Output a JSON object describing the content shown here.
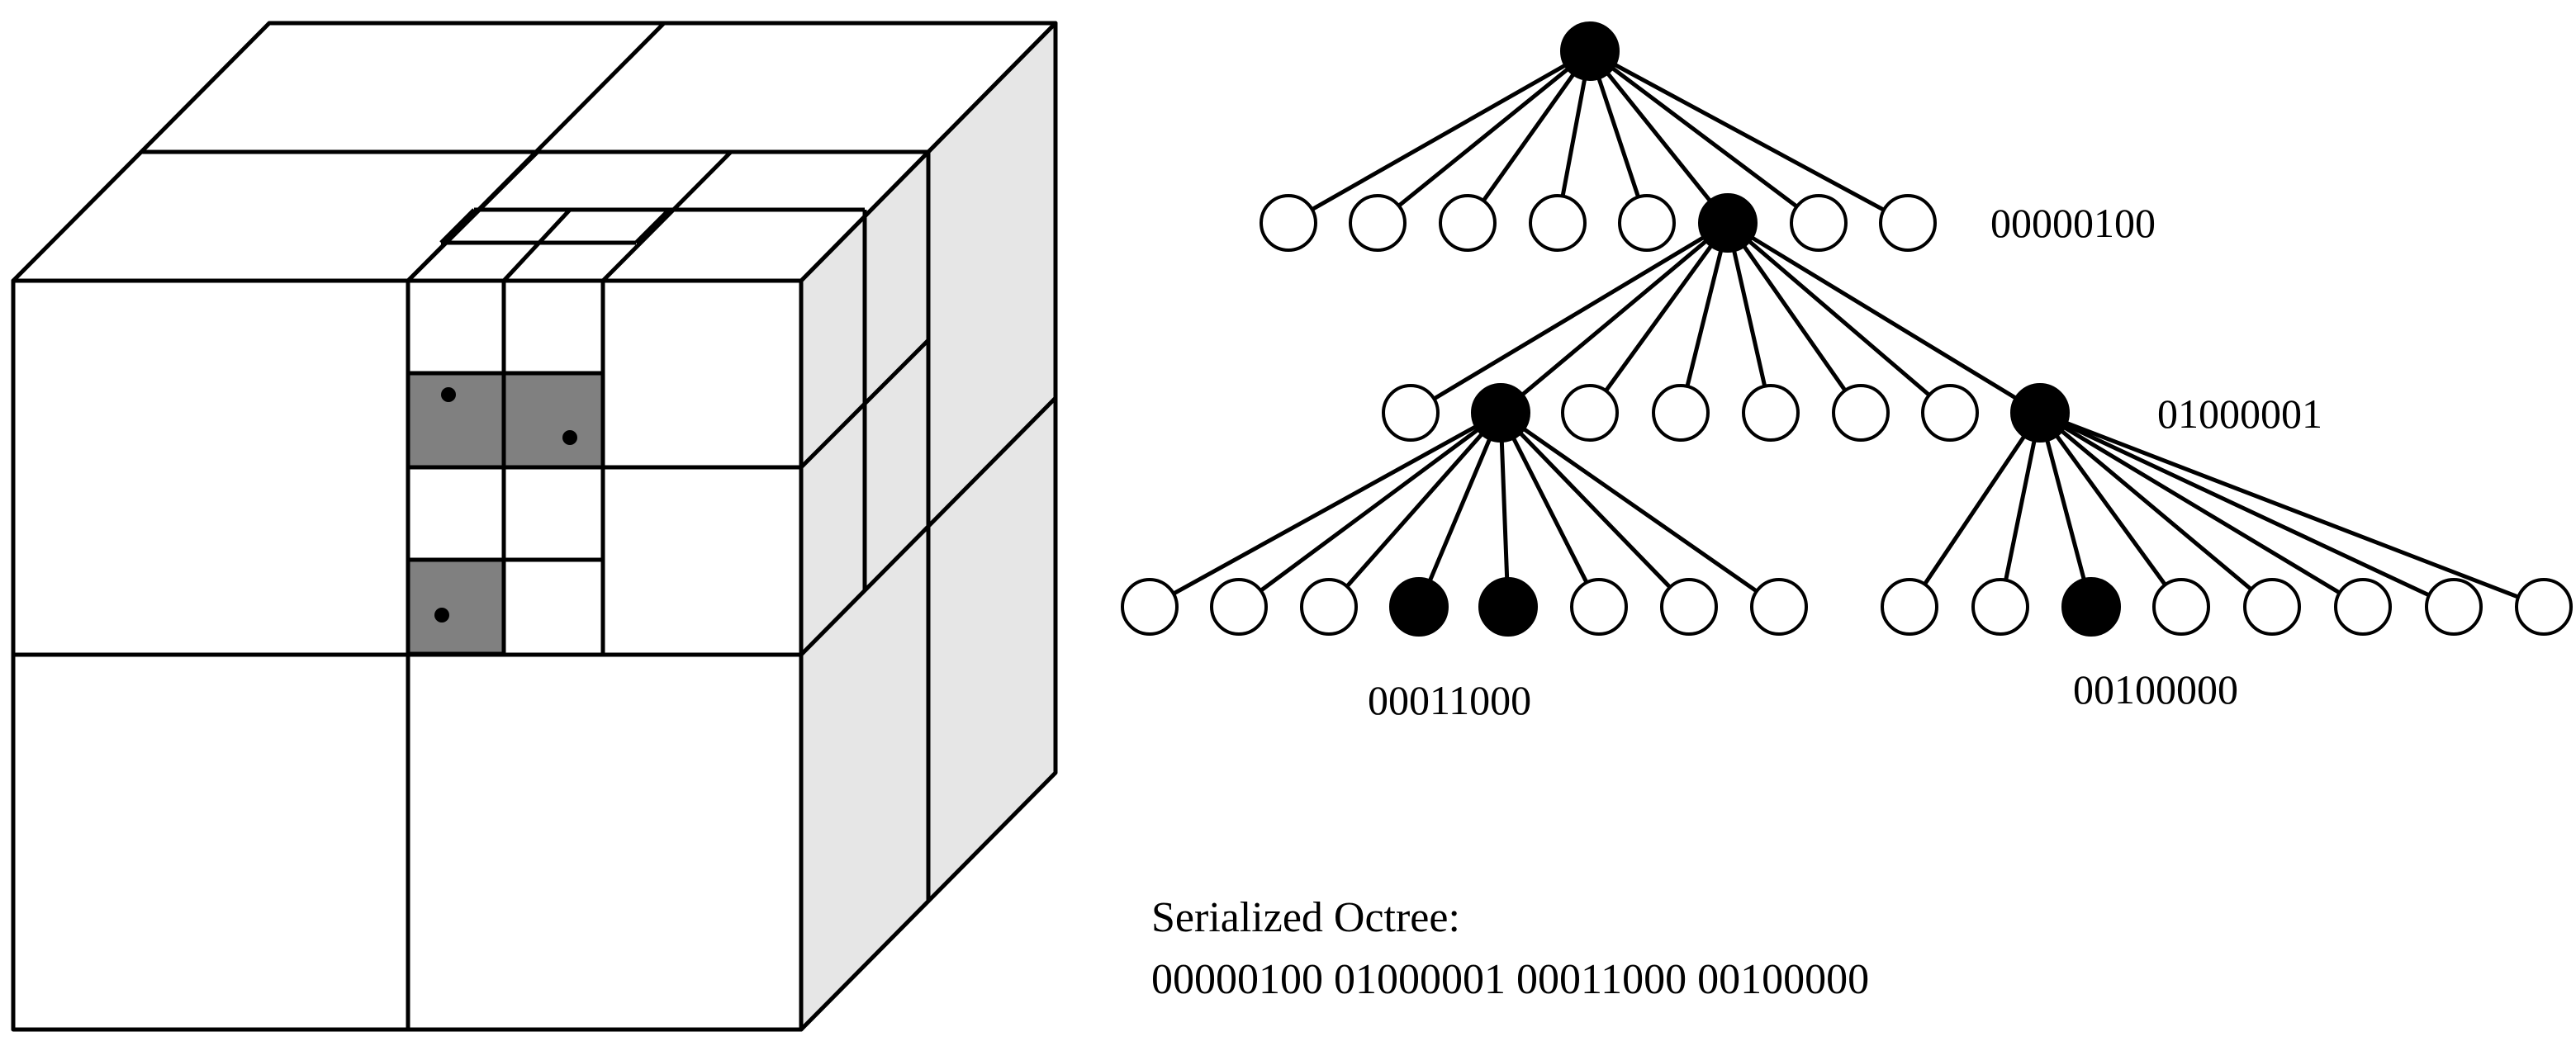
{
  "octree": {
    "level_codes": [
      "00000100",
      "01000001",
      "00011000",
      "00100000"
    ]
  },
  "serialized": {
    "title": "Serialized Octree:",
    "value": "00000100 01000001 00011000 00100000"
  },
  "colors": {
    "stroke": "#000000",
    "occupied_node": "#000000",
    "empty_node": "#ffffff",
    "occupied_voxel": "#808080",
    "side_face": "#e6e6e6",
    "background": "#ffffff"
  }
}
